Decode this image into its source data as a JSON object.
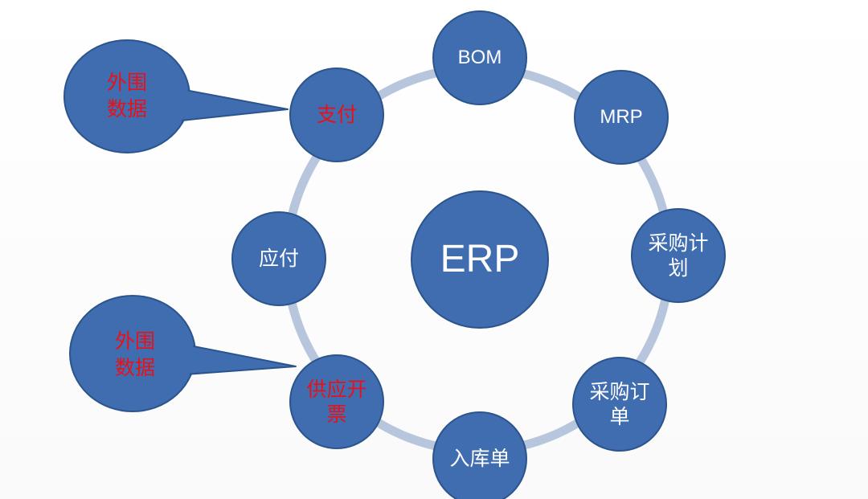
{
  "center": {
    "label": "ERP"
  },
  "nodes": {
    "bom": "BOM",
    "mrp": "MRP",
    "purchase_plan": [
      "采购计",
      "划"
    ],
    "purchase_order": [
      "采购订",
      "单"
    ],
    "receipt": "入库单",
    "supplier_invoice": [
      "供应开",
      "票"
    ],
    "payable": "应付",
    "payment": "支付"
  },
  "callouts": [
    {
      "lines": [
        "外围",
        "数据"
      ]
    },
    {
      "lines": [
        "外围",
        "数据"
      ]
    }
  ],
  "colors": {
    "node_fill": "#3f6db0",
    "node_stroke": "#2c548c",
    "ring": "#b8c6dd",
    "callout_fill": "#3f6db0",
    "red_text": "#e8111a",
    "white_text": "#ffffff"
  }
}
